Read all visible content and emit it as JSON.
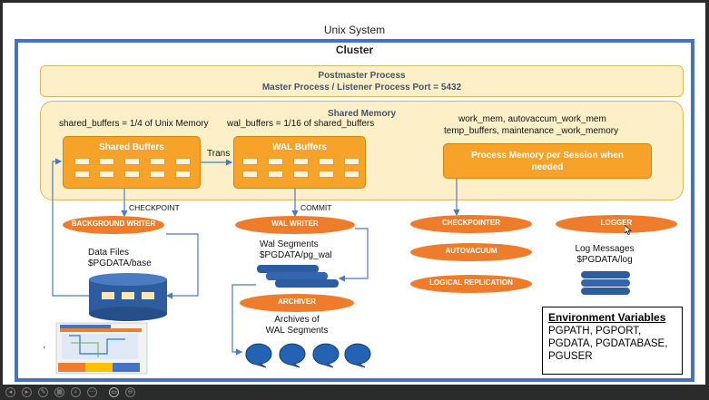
{
  "slide_title": "Unix System",
  "cluster_title": "Cluster",
  "postmaster": {
    "line1": "Postmaster Process",
    "line2": "Master Process / Listener Process Port = 5432"
  },
  "shared_memory": {
    "title": "Shared Memory",
    "shared_buffers_note": "shared_buffers = 1/4 of Unix Memory",
    "wal_buffers_note": "wal_buffers = 1/16 of shared_buffers",
    "shared_buffers_label": "Shared Buffers",
    "wal_buffers_label": "WAL Buffers",
    "trans_label": "Trans"
  },
  "session_memory": {
    "params_line1": "work_mem, autovaccum_work_mem",
    "params_line2": "temp_buffers, maintenance _work_memory",
    "box_line1": "Process Memory per Session when",
    "box_line2": "needed"
  },
  "arrows": {
    "checkpoint": "CHECKPOINT",
    "commit": "COMMIT"
  },
  "processes": {
    "background_writer": "BACKGROUND WRITER",
    "wal_writer": "WAL WRITER",
    "checkpointer": "CHECKPOINTER",
    "logger": "LOGGER",
    "autovacuum": "AUTOVACUUM",
    "logical_replication": "LOGICAL REPLICATION",
    "archiver": "ARCHIVER"
  },
  "storage": {
    "data_files_line1": "Data Files",
    "data_files_line2": "$PGDATA/base",
    "wal_segments_line1": "Wal Segments",
    "wal_segments_line2": "$PGDATA/pg_wal",
    "archives_line1": "Archives of",
    "archives_line2": "WAL Segments",
    "log_line1": "Log Messages",
    "log_line2": "$PGDATA/log"
  },
  "environment": {
    "title": "Environment Variables",
    "line1": "PGPATH, PGPORT,",
    "line2": "PGDATA, PGDATABASE,",
    "line3": "PGUSER"
  },
  "colors": {
    "cluster_border": "#4472c4",
    "memory_fill": "#fdf0c9",
    "process_orange": "#ef7c2b",
    "buffer_orange": "#f7a228",
    "disk_blue": "#2e5d9f"
  }
}
